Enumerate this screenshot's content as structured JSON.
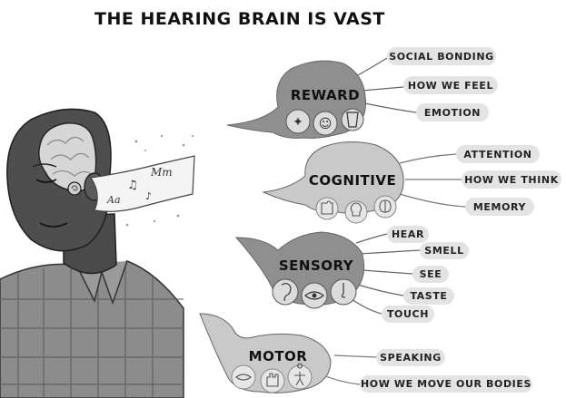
{
  "title": "THE HEARING BRAIN IS VAST",
  "groups": [
    {
      "name": "REWARD",
      "tone": "#8f8f8f",
      "items": [
        "SOCIAL BONDING",
        "HOW WE FEEL",
        "EMOTION"
      ]
    },
    {
      "name": "COGNITIVE",
      "tone": "#c9c9c9",
      "items": [
        "ATTENTION",
        "HOW WE THINK",
        "MEMORY"
      ]
    },
    {
      "name": "SENSORY",
      "tone": "#8f8f8f",
      "items": [
        "HEAR",
        "SMELL",
        "SEE",
        "TASTE",
        "TOUCH"
      ]
    },
    {
      "name": "MOTOR",
      "tone": "#c9c9c9",
      "items": [
        "SPEAKING",
        "HOW WE MOVE OUR BODIES"
      ]
    }
  ],
  "sound_wave": {
    "labels": [
      "Mm",
      "Aa"
    ]
  },
  "icons": {
    "reward": [
      "sparkle-icon",
      "smiley-face-icon",
      "drink-cup-icon"
    ],
    "cognitive": [
      "puzzle-icon",
      "lightbulb-icon",
      "brain-icon"
    ],
    "sensory": [
      "ear-icon",
      "eye-icon",
      "nose-icon"
    ],
    "motor": [
      "mouth-icon",
      "hand-icon",
      "figure-icon"
    ]
  }
}
